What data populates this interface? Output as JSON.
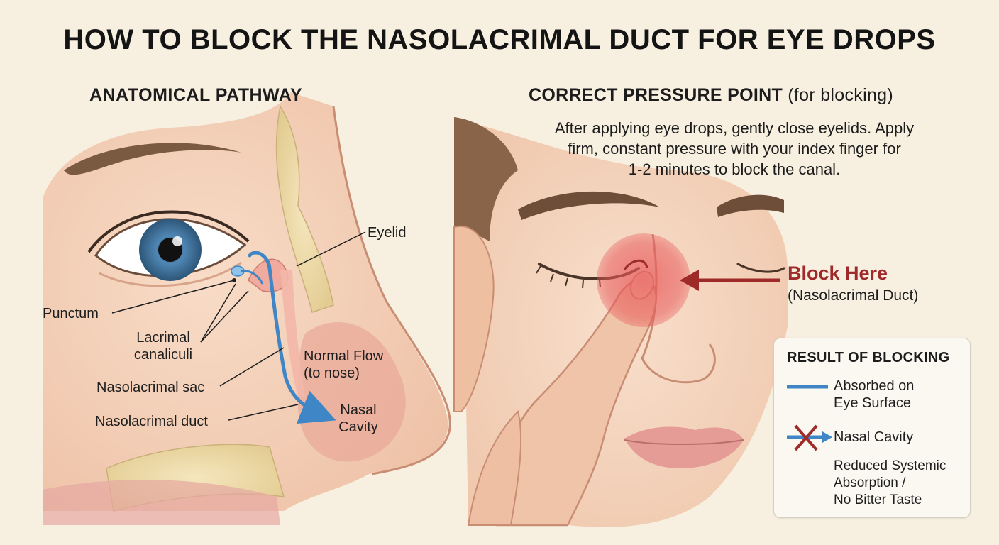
{
  "title": "HOW TO BLOCK THE NASOLACRIMAL DUCT FOR EYE DROPS",
  "left_panel": {
    "heading": "ANATOMICAL PATHWAY",
    "labels": {
      "eyelid": "Eyelid",
      "punctum": "Punctum",
      "canaliculi_line1": "Lacrimal",
      "canaliculi_line2": "canaliculi",
      "sac": "Nasolacrimal sac",
      "duct": "Nasolacrimal duct",
      "flow_line1": "Normal Flow",
      "flow_line2": "(to nose)",
      "cavity_line1": "Nasal",
      "cavity_line2": "Cavity"
    }
  },
  "right_panel": {
    "heading": "CORRECT PRESSURE POINT",
    "heading_note": "(for blocking)",
    "instructions_line1": "After applying eye drops, gently close eyelids. Apply",
    "instructions_line2": "firm, constant pressure with your index finger for",
    "instructions_line3": "1-2 minutes to block the canal.",
    "block_label": "Block Here",
    "block_sublabel": "(Nasolacrimal Duct)"
  },
  "result_box": {
    "title": "RESULT OF BLOCKING",
    "item1_line1": "Absorbed on",
    "item1_line2": "Eye Surface",
    "item2": "Nasal Cavity",
    "outcome_line1": "Reduced Systemic",
    "outcome_line2": "Absorption /",
    "outcome_line3": "No Bitter Taste"
  },
  "colors": {
    "background": "#f7efe0",
    "flow_blue": "#3f86c6",
    "block_red": "#9e2a2a",
    "pressure_zone": "#e8595a",
    "skin": "#f2cdb3",
    "bone": "#ecd9a8"
  },
  "icons": {
    "flow_legend": "blue-line-icon",
    "blocked_legend": "red-x-arrow-icon"
  }
}
